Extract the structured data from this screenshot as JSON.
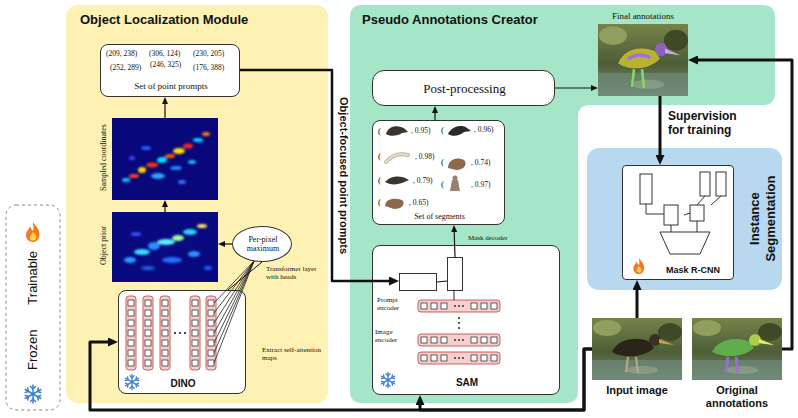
{
  "diagram": {
    "nodes": [
      {
        "text": [
          "Object Localization Module"
        ]
      },
      {
        "text": [
          "(209, 238)",
          "(306, 124)",
          "(230, 205)",
          "(252, 289)",
          "(246, 325)",
          "(176, 388)",
          "Set of point prompts"
        ],
        "in": 0
      },
      {
        "text": [
          "Sampled coordinates"
        ],
        "in": 0
      },
      {
        "text": [
          "Object prior"
        ],
        "in": 0
      },
      {
        "text": [
          "Per-pixel maximum"
        ],
        "in": 0
      },
      {
        "text": [
          "DINO"
        ],
        "in": 0
      },
      {
        "text": [
          "Pseudo Annotations Creator"
        ]
      },
      {
        "text": [
          "Post-processing"
        ],
        "in": 6
      },
      {
        "text": [
          "(",
          ", 0.95)",
          "(",
          ", 0.96)",
          "(",
          ", 0.98)",
          "(",
          ", 0.74)",
          "(",
          ", 0.79)",
          "(",
          ", 0.97)",
          "(",
          ", 0.65)",
          "Set of segments"
        ],
        "in": 6
      },
      {
        "text": [
          "SAM"
        ],
        "in": 6
      },
      {
        "text": [
          "Prompt encoder"
        ],
        "in": 9
      },
      {
        "text": [
          "Mask decoder"
        ],
        "in": 9
      },
      {
        "text": [
          "Final annotations"
        ],
        "in": 6
      },
      {
        "text": [
          "Instance Segmentation"
        ]
      },
      {
        "text": [
          "Mask R-CNN"
        ],
        "in": 13
      },
      {
        "text": [
          "Input image"
        ]
      },
      {
        "text": [
          "Original annotations"
        ]
      }
    ],
    "edges": [
      {
        "from": 1,
        "to": 10,
        "arrow": "to",
        "label": "Object-focused point prompts"
      },
      {
        "from": 2,
        "to": 1,
        "arrow": "to"
      },
      {
        "from": 3,
        "to": 2,
        "arrow": "to"
      },
      {
        "from": 4,
        "to": 3,
        "arrow": "to"
      },
      {
        "from": 5,
        "to": 4,
        "arrow": "none"
      },
      {
        "from": 11,
        "to": 8,
        "arrow": "to"
      },
      {
        "from": 8,
        "to": 7,
        "arrow": "to"
      },
      {
        "from": 7,
        "to": 12,
        "arrow": "to"
      },
      {
        "from": 12,
        "to": 14,
        "arrow": "to",
        "label": "Supervision for training"
      },
      {
        "from": 15,
        "to": 14,
        "arrow": "to"
      },
      {
        "from": 15,
        "to": 5,
        "arrow": "to"
      },
      {
        "from": 15,
        "to": 9,
        "arrow": "to"
      },
      {
        "from": 10,
        "to": 11,
        "arrow": "none"
      },
      {
        "from": 16,
        "to": 12,
        "arrow": "to"
      }
    ],
    "labels": [
      "Transformer layer with heads",
      "Extract self-attention maps",
      "Image encoder"
    ],
    "legend": [
      {
        "text": "Trainable"
      },
      {
        "text": "Frozen"
      }
    ]
  }
}
